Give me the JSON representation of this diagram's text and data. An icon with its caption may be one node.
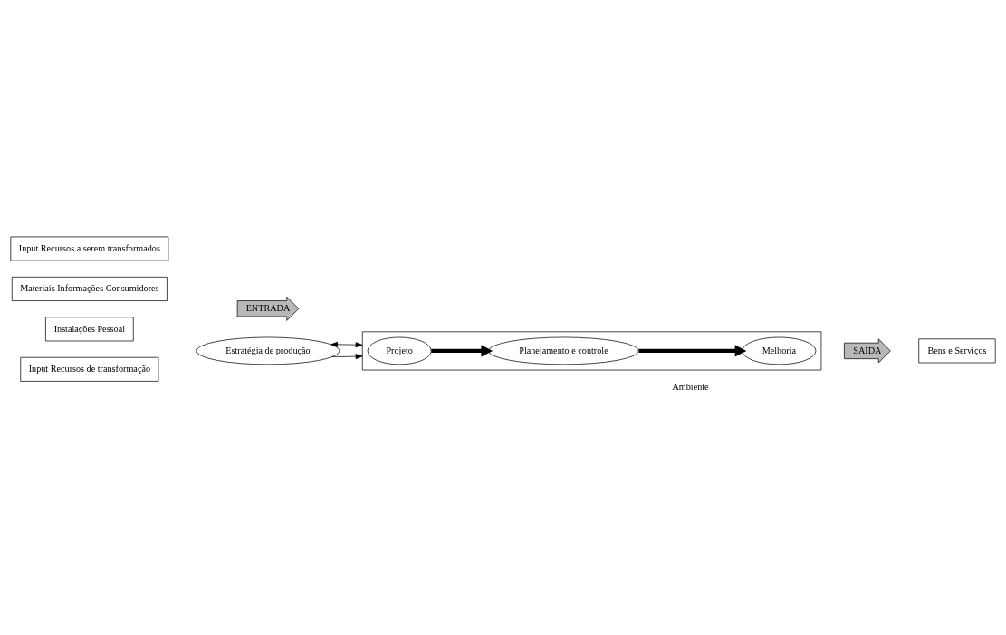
{
  "diagram": {
    "nodes": [
      {
        "text": [
          "Input Recursos a serem transformados"
        ]
      },
      {
        "text": [
          "Materiais Informações Consumidores"
        ]
      },
      {
        "text": [
          "ENTRADA"
        ]
      },
      {
        "text": [
          "Estratégia de produção"
        ]
      },
      {
        "text": [],
        "shape": "box"
      },
      {
        "text": [
          "Projeto"
        ],
        "in": 4
      },
      {
        "text": [
          "Melhoria"
        ],
        "in": 4
      },
      {
        "text": [
          "Planejamento e controle"
        ],
        "in": 4
      },
      {
        "text": [
          "SAÍDA"
        ]
      },
      {
        "text": [
          "Bens e Serviços"
        ]
      },
      {
        "text": [
          "Instalações Pessoal"
        ]
      },
      {
        "text": [
          "Input Recursos de transformação"
        ]
      }
    ],
    "edges": [
      {
        "from": 3,
        "to": 4,
        "arrow": "to"
      },
      {
        "from": 3,
        "to": 4,
        "arrow": "both"
      },
      {
        "from": 5,
        "to": 7,
        "arrow": "to",
        "style": "thick"
      },
      {
        "from": 7,
        "to": 6,
        "arrow": "to",
        "style": "thick"
      }
    ],
    "labels": [
      "Ambiente"
    ]
  }
}
